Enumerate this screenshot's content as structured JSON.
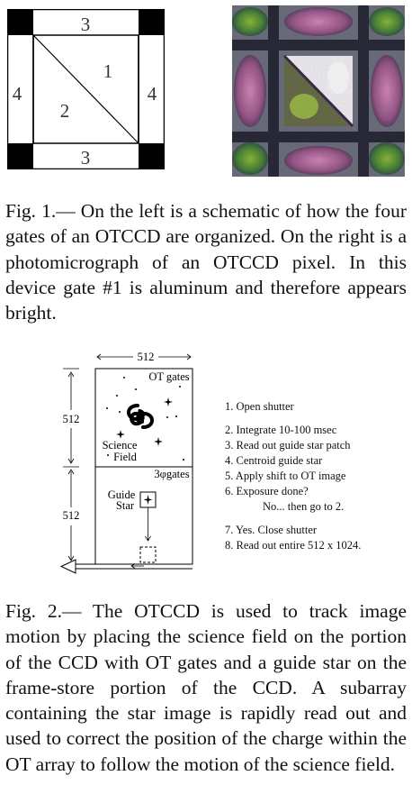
{
  "figure1": {
    "schematic": {
      "gate_top": "3",
      "gate_bottom": "3",
      "gate_left": "4",
      "gate_right": "4",
      "gate_upper_triangle": "1",
      "gate_lower_triangle": "2"
    },
    "caption": "Fig. 1.— On the left is a schematic of how the four gates of an OTCCD are organized. On the right is a photomicrograph of an OTCCD pixel. In this device gate #1 is aluminum and therefore appears bright."
  },
  "figure2": {
    "diagram": {
      "width_label": "512",
      "upper_height_label": "512",
      "lower_height_label": "512",
      "ot_gates_label": "OT gates",
      "science_field_label_1": "Science",
      "science_field_label_2": "Field",
      "three_phase_gates_label": "3φgates",
      "guide_star_label_1": "Guide",
      "guide_star_label_2": "Star"
    },
    "steps": [
      "1. Open shutter",
      "2. Integrate 10-100 msec",
      "3. Read out guide star patch",
      "4. Centroid guide star",
      "5. Apply shift to OT image",
      "6. Exposure done?",
      "No... then go to 2.",
      "7. Yes.  Close shutter",
      "8. Read out entire 512 x 1024."
    ],
    "caption": "Fig. 2.— The OTCCD is used to track image motion by placing the science field on the portion of the CCD with OT gates and a guide star on the frame-store portion of the CCD. A subarray containing the star image is rapidly read out and used to correct the position of the charge within the OT array to follow the motion of the science field."
  }
}
